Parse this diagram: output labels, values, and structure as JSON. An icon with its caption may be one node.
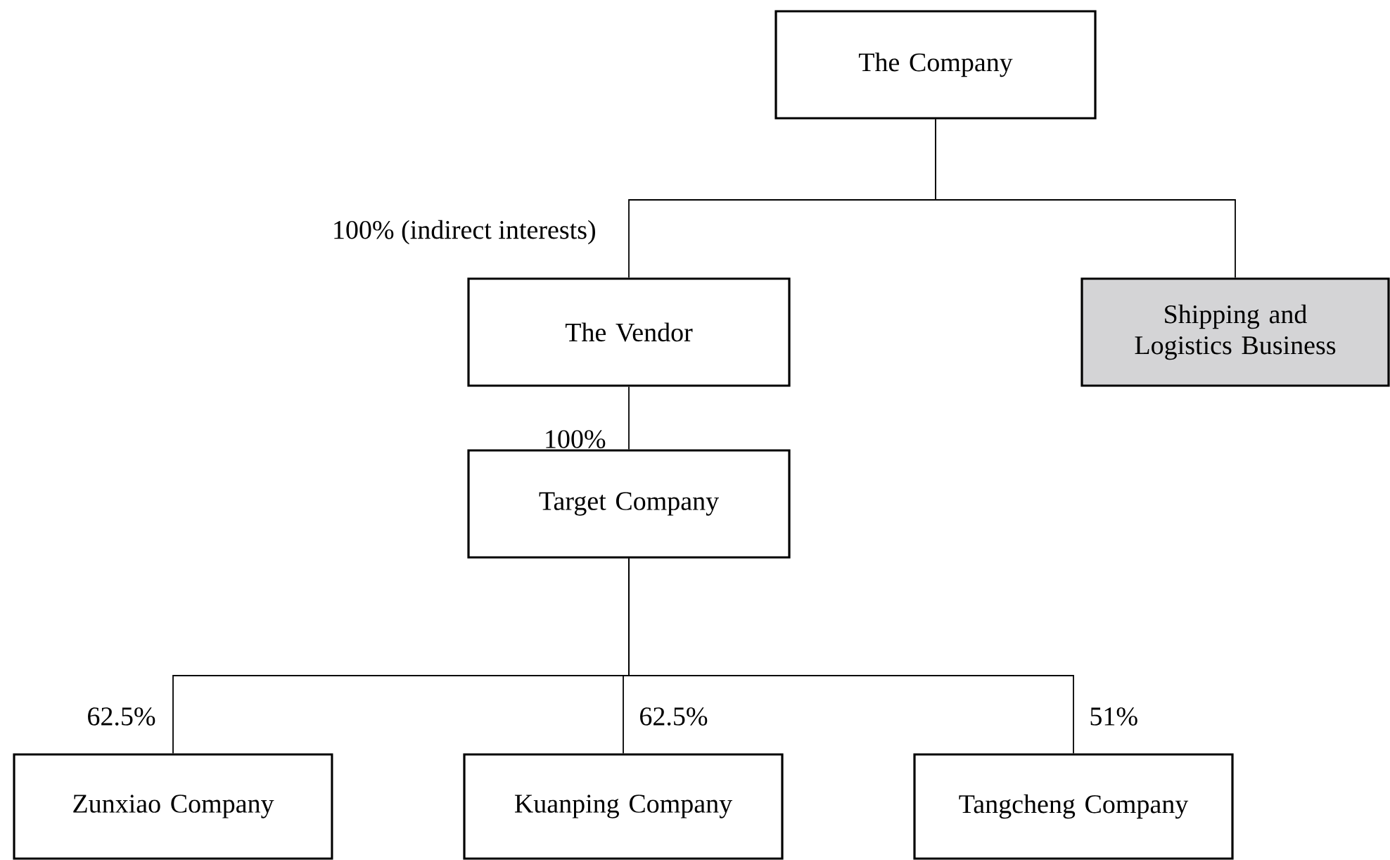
{
  "diagram": {
    "nodes": [
      {
        "text": [
          "The Company"
        ]
      },
      {
        "text": [
          "The Vendor"
        ]
      },
      {
        "text": [
          "Shipping and Logistics Business"
        ]
      },
      {
        "text": [
          "Target Company"
        ]
      },
      {
        "text": [
          "Zunxiao Company"
        ]
      },
      {
        "text": [
          "Kuanping Company"
        ]
      },
      {
        "text": [
          "Tangcheng Company"
        ]
      }
    ],
    "edges": [
      {
        "from": 0,
        "to": 1,
        "arrow": "none",
        "label": "100% (indirect interests)"
      },
      {
        "from": 0,
        "to": 2,
        "arrow": "none"
      },
      {
        "from": 1,
        "to": 3,
        "arrow": "none",
        "label": "100%"
      },
      {
        "from": 3,
        "to": 4,
        "arrow": "none",
        "label": "62.5%"
      },
      {
        "from": 3,
        "to": 5,
        "arrow": "none",
        "label": "62.5%"
      },
      {
        "from": 3,
        "to": 6,
        "arrow": "none",
        "label": "51%"
      }
    ]
  }
}
